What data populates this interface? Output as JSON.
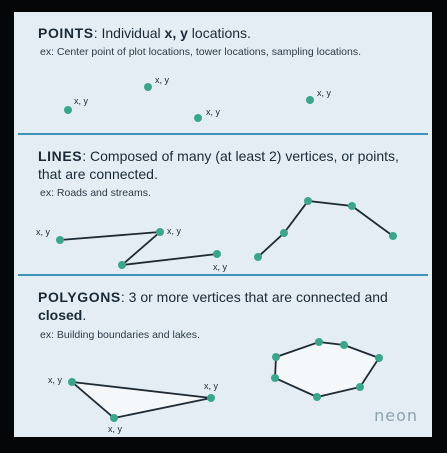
{
  "points": {
    "heading_key": "POINTS",
    "heading_rest_1": ": Individual ",
    "heading_bold": "x, y",
    "heading_rest_2": " locations.",
    "example": "ex: Center point of plot locations, tower locations, sampling locations.",
    "vertex_label": "x, y"
  },
  "lines": {
    "heading_key": "LINES",
    "heading_rest": ": Composed of many (at least 2) vertices, or points, that are connected.",
    "example": "ex: Roads and streams.",
    "vertex_label": "x, y"
  },
  "polygons": {
    "heading_key": "POLYGONS",
    "heading_rest_1": ": 3 or more vertices that are connected and ",
    "heading_bold": "closed",
    "heading_rest_2": ".",
    "example": "ex: Building boundaries and lakes.",
    "vertex_label": "x, y"
  },
  "logo": "neon",
  "colors": {
    "vertex": "#3aa58a",
    "divider": "#3f93bb",
    "panel_background": "#e4edf3",
    "frame": "#040608",
    "text": "#1b2a36"
  }
}
